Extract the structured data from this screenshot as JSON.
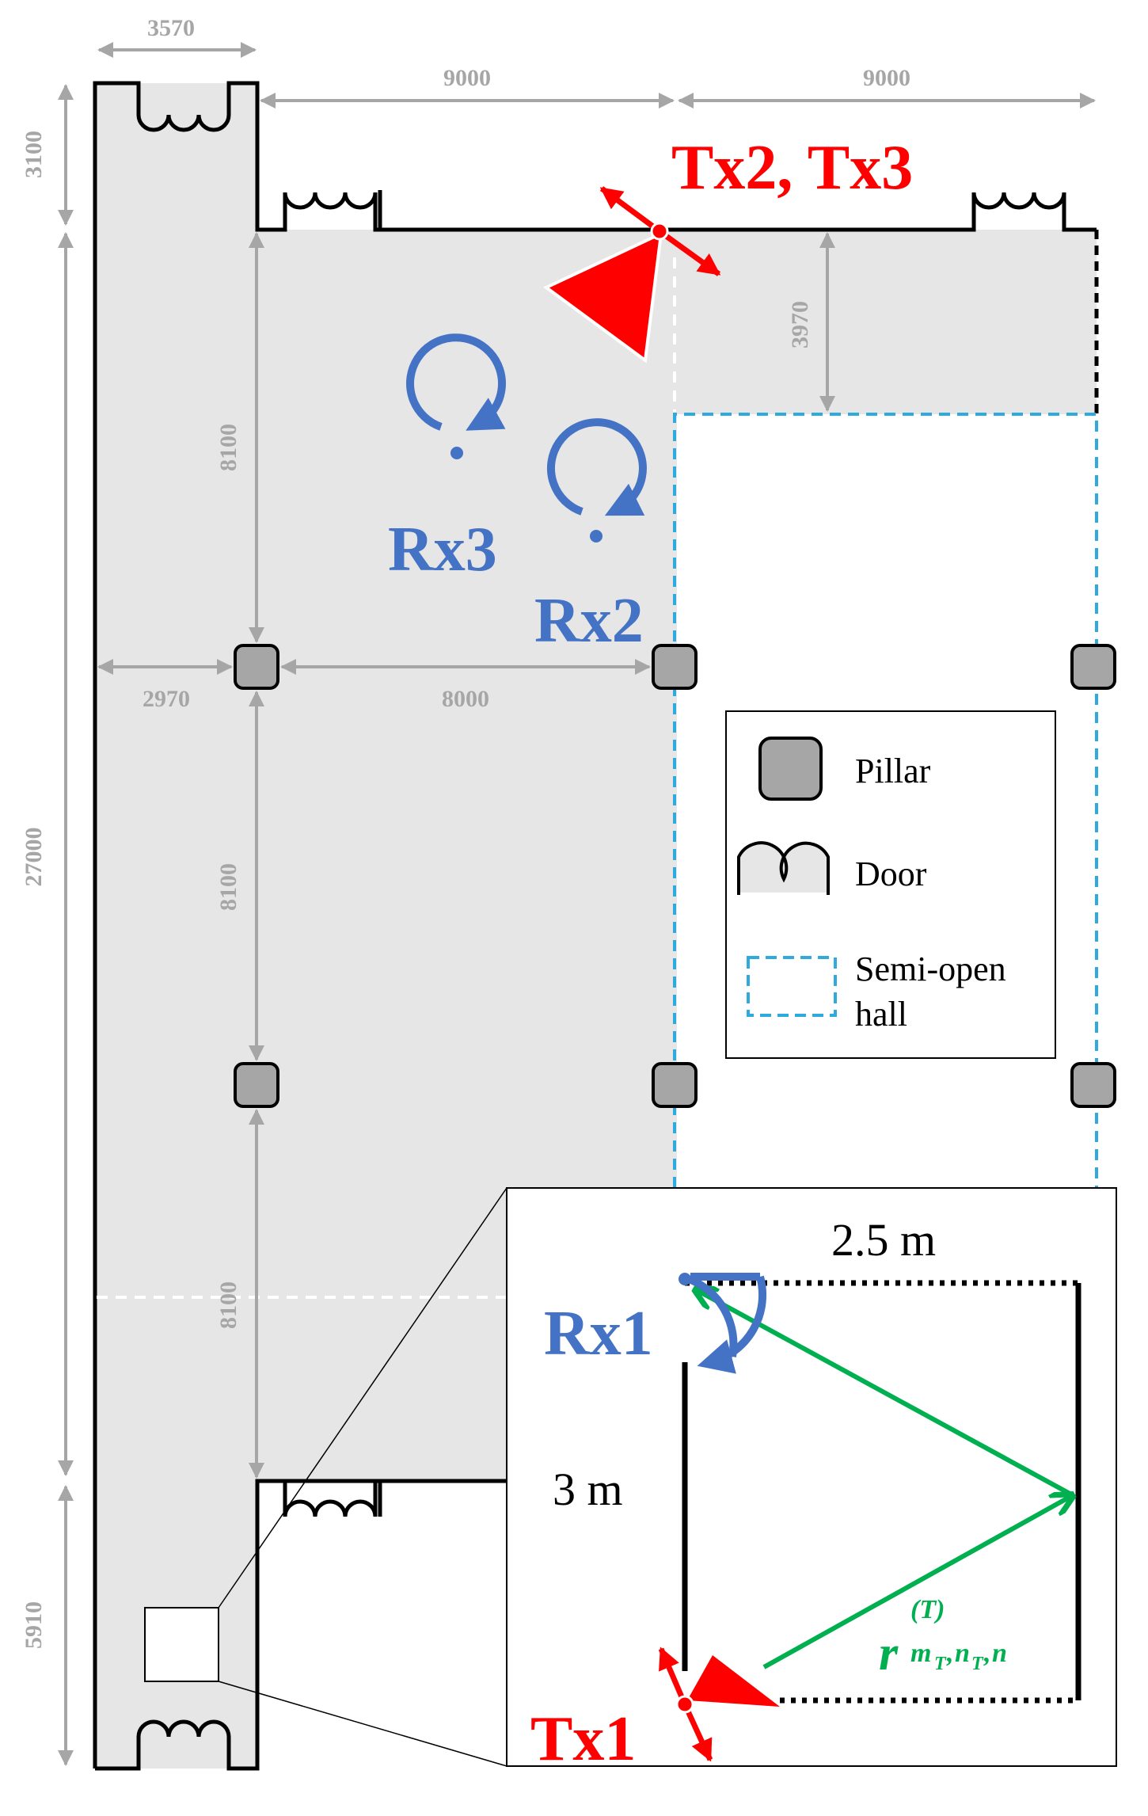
{
  "dimensions": {
    "top_width": "3570",
    "upper_span_left": "9000",
    "upper_span_right": "9000",
    "left_top_height": "3100",
    "left_total_height": "27000",
    "left_bottom_height": "5910",
    "bay_height_1": "8100",
    "bay_height_2": "8100",
    "bay_height_3": "8100",
    "left_offset": "2970",
    "bay_width": "8000",
    "hall_offset": "3970"
  },
  "labels": {
    "tx23": "Tx2, Tx3",
    "rx3": "Rx3",
    "rx2": "Rx2",
    "rx1": "Rx1",
    "tx1": "Tx1"
  },
  "legend": {
    "pillar": "Pillar",
    "door": "Door",
    "hall_line1": "Semi-open",
    "hall_line2": "hall"
  },
  "inset": {
    "width": "2.5 m",
    "height": "3 m",
    "path_symbol": "r",
    "path_sup": "(T)",
    "path_sub_m": "m",
    "path_sub_n": "n",
    "path_sub_T": "T",
    "path_sub_sep": ",",
    "path_sub_last": "n"
  },
  "colors": {
    "floor": "#e6e6e6",
    "wall": "#000000",
    "dimension": "#a6a6a6",
    "tx": "#ff0000",
    "rx": "#4472c4",
    "hall": "#2eaadc",
    "path": "#00b050",
    "pillar": "#a6a6a6"
  }
}
